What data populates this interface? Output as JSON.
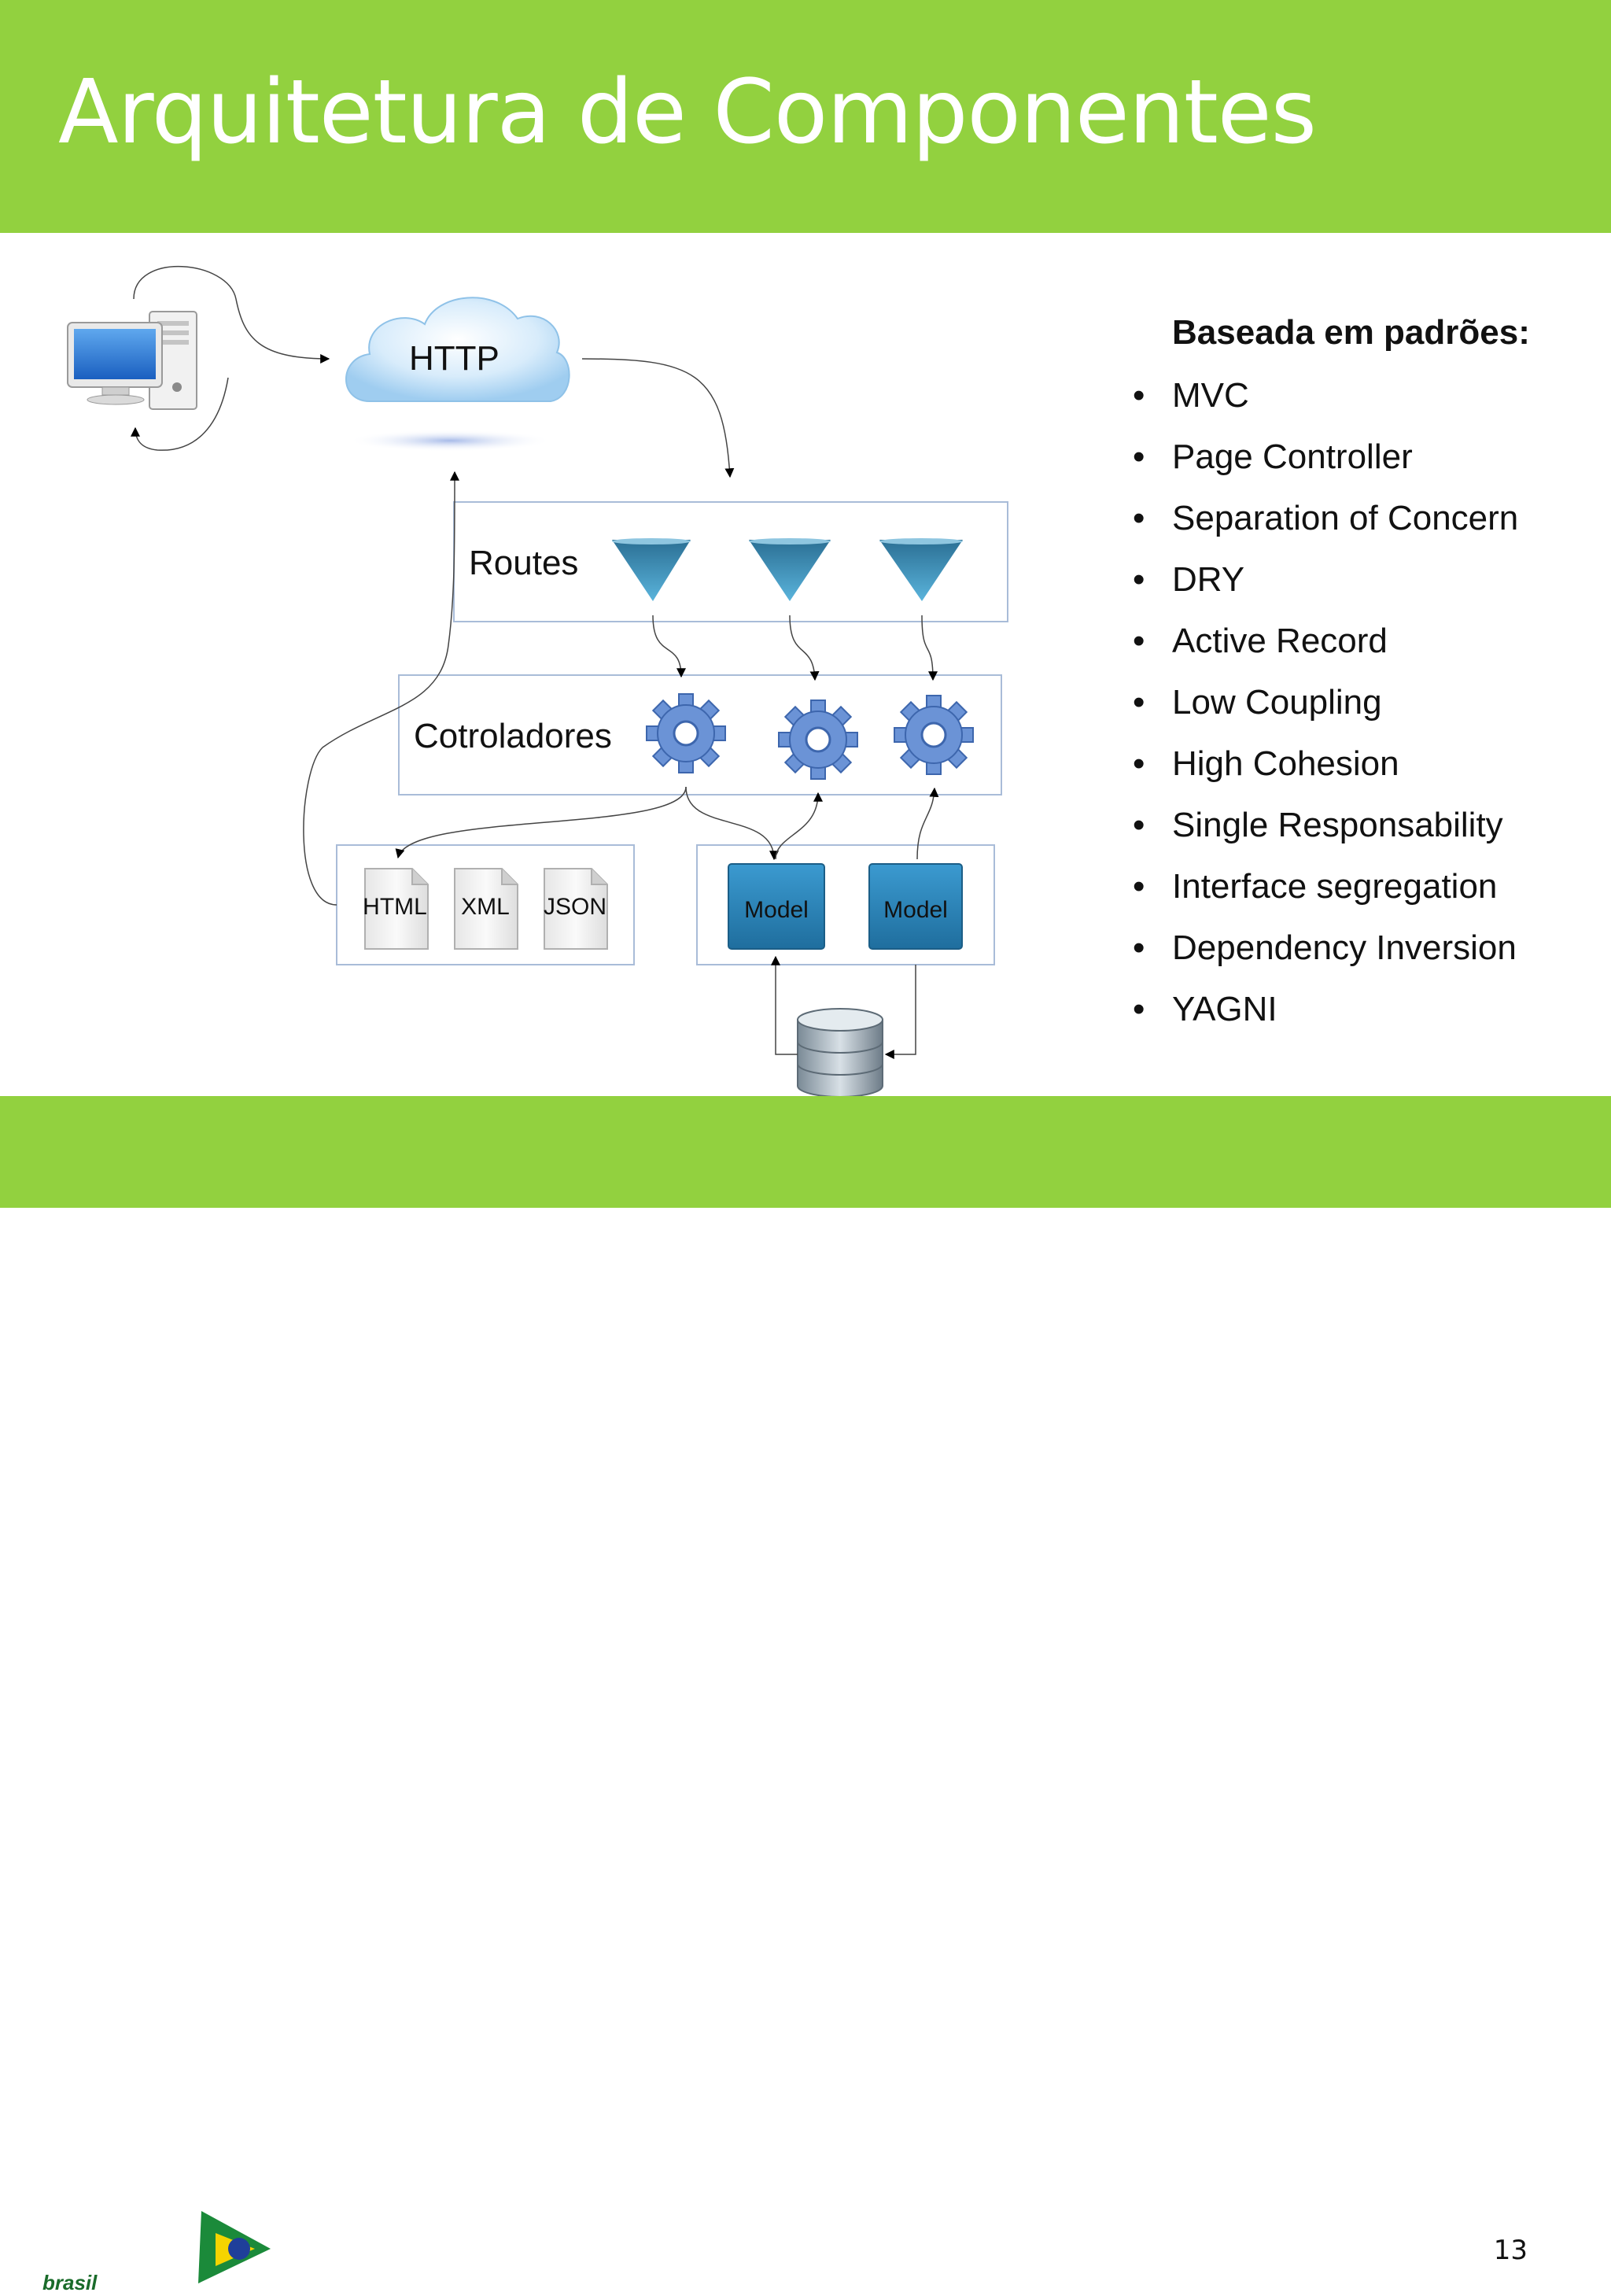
{
  "slide": {
    "title": "Arquitetura de Componentes",
    "page_number": "13"
  },
  "logo": {
    "text": "play",
    "subtext": "brasil"
  },
  "diagram": {
    "cloud_label": "HTTP",
    "routes_label": "Routes",
    "controllers_label": "Cotroladores",
    "views": [
      "HTML",
      "XML",
      "JSON"
    ],
    "models": [
      "Model",
      "Model"
    ]
  },
  "patterns": {
    "heading": "Baseada em padrões:",
    "items": [
      "MVC",
      "Page Controller",
      "Separation of Concern",
      "DRY",
      "Active Record",
      "Low Coupling",
      "High Cohesion",
      "Single Responsability",
      "Interface segregation",
      "Dependency Inversion",
      "YAGNI"
    ]
  },
  "colors": {
    "brand_green": "#92d13f",
    "route_blue": "#3a8fb7",
    "gear_blue": "#6b93d6",
    "model_blue": "#2e86c1"
  },
  "icons": [
    "computer-icon",
    "cloud-icon",
    "funnel-icon",
    "gear-icon",
    "document-icon",
    "database-icon"
  ]
}
